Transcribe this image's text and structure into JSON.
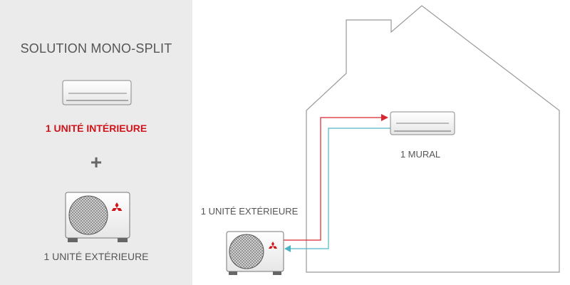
{
  "left_panel": {
    "title": "SOLUTION MONO-SPLIT",
    "indoor_label": "1 UNITÉ INTÉRIEURE",
    "plus": "+",
    "outdoor_label": "1 UNITÉ EXTÉRIEURE"
  },
  "diagram": {
    "indoor_label": "1 MURAL",
    "outdoor_label": "1 UNITÉ EXTÉRIEURE"
  },
  "colors": {
    "panel_bg": "#ebebeb",
    "accent_red": "#d0141c",
    "refrigerant_supply": "#d9262e",
    "refrigerant_return": "#4fb3c8",
    "house_outline": "#999999"
  },
  "icons": [
    "wall-mounted-unit-icon",
    "outdoor-unit-icon",
    "brand-logo-icon"
  ]
}
